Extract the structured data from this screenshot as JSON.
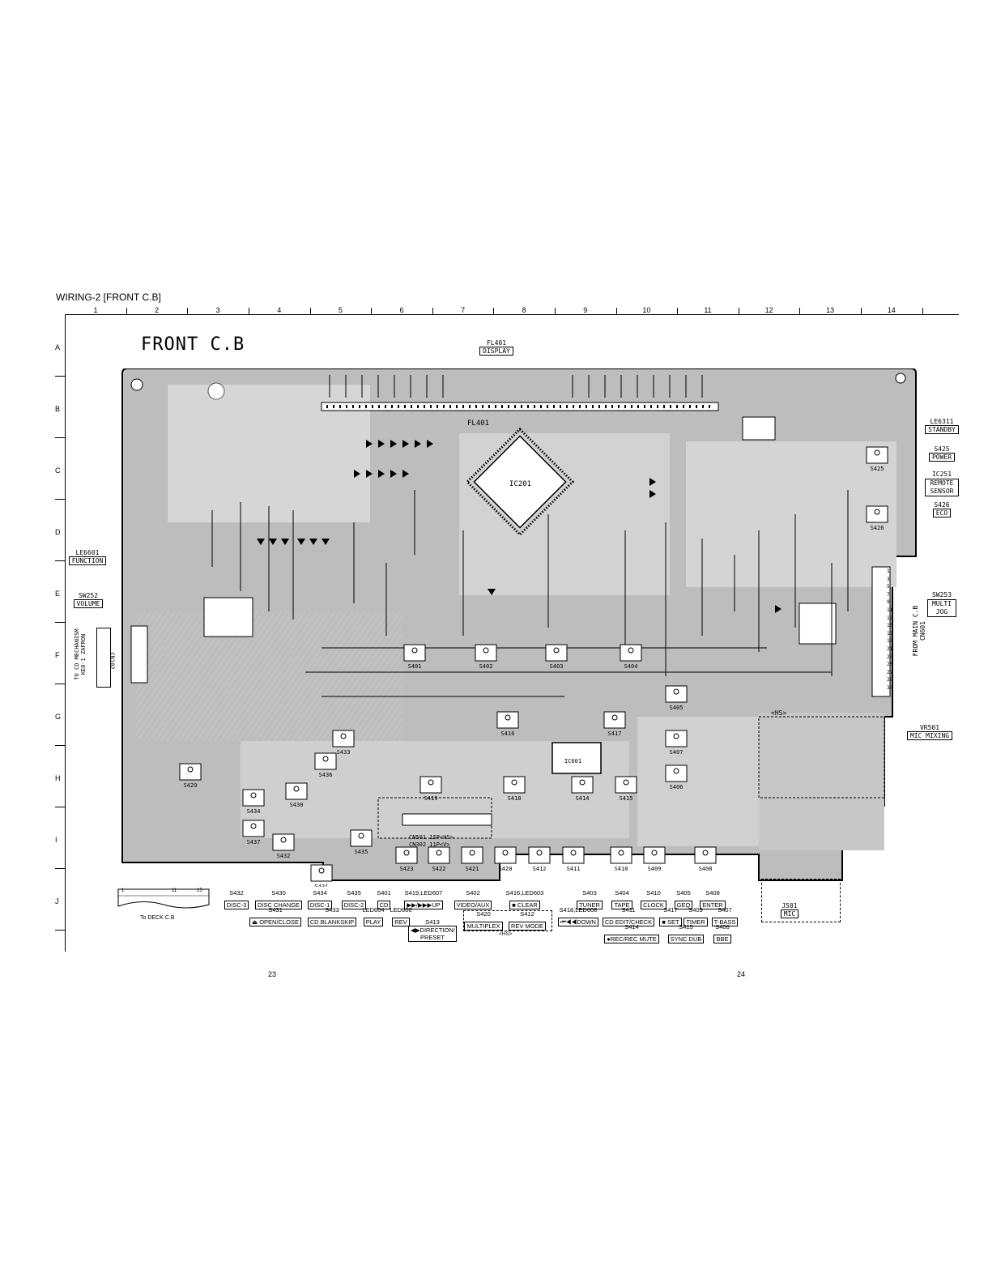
{
  "sheet_title": "WIRING-2 [FRONT C.B]",
  "column_numbers": [
    "1",
    "2",
    "3",
    "4",
    "5",
    "6",
    "7",
    "8",
    "9",
    "10",
    "11",
    "12",
    "13",
    "14"
  ],
  "row_letters": [
    "A",
    "B",
    "C",
    "D",
    "E",
    "F",
    "G",
    "H",
    "I",
    "J"
  ],
  "board_heading": "FRONT C.B",
  "display": {
    "ref": "FL401",
    "label": "DISPLAY"
  },
  "fl401_silk": "FL401",
  "ic201_silk": "IC201",
  "ic601_silk": "IC601",
  "left_callouts": [
    {
      "ref": "LE6601",
      "label": "FUNCTION"
    },
    {
      "ref": "SW252",
      "label": "VOLUME"
    }
  ],
  "cd_mechanism": "TO CD MECHANISM",
  "cd_mechanism_part": "KE0-1 ZAFRON",
  "cn102": "CN102",
  "right_callouts": [
    {
      "ref": "LE6311",
      "label": "STANDBY"
    },
    {
      "ref": "S425",
      "label": "POWER"
    },
    {
      "ref": "IC251",
      "label": "REMOTE SENSOR"
    },
    {
      "ref": "S426",
      "label": "ECO"
    },
    {
      "ref": "SW253",
      "label": "MULTI JOG"
    },
    {
      "ref": "VR501",
      "label": "MIC MIXING"
    }
  ],
  "from_main": "FROM MAIN C.B",
  "cn601": "CN601",
  "cn601_pins": [
    "1",
    "3",
    "5",
    "7",
    "9",
    "11",
    "13",
    "15",
    "17",
    "19",
    "21",
    "23",
    "25",
    "27",
    "29",
    "30"
  ],
  "hs_tag": "<HS>",
  "cn501_note": "CN501 15P<HS>",
  "cn302_note": "CN302 11P<V>",
  "j501": {
    "ref": "J501",
    "label": "MIC"
  },
  "deck_connector": {
    "label": "To DECK C.B",
    "pins": [
      "1",
      "11",
      "15"
    ]
  },
  "board_switches": [
    "S401",
    "S402",
    "S403",
    "S404",
    "S405",
    "S406",
    "S407",
    "S408",
    "S409",
    "S410",
    "S411",
    "S412",
    "S414",
    "S415",
    "S416",
    "S417",
    "S418",
    "S419",
    "S420",
    "S421",
    "S422",
    "S423",
    "S425",
    "S426",
    "S429",
    "S430",
    "S431",
    "S432",
    "S433",
    "S434",
    "S435",
    "S436",
    "S437"
  ],
  "bottom_labels": [
    {
      "ref": "S432",
      "label": "DISC-3"
    },
    {
      "ref": "S430",
      "label": "DISC CHANGE"
    },
    {
      "ref": "S434",
      "label": "DISC-1"
    },
    {
      "ref": "S435",
      "label": "DISC-2"
    },
    {
      "ref": "S401",
      "label": "CD"
    },
    {
      "ref": "S419,LED607",
      "label": "▶▶/▶▶▶UP"
    },
    {
      "ref": "S402",
      "label": "VIDEO/AUX"
    },
    {
      "ref": "S416,LED603",
      "label": "■ CLEAR"
    },
    {
      "ref": "S403",
      "label": "TUNER"
    },
    {
      "ref": "S404",
      "label": "TAPE"
    },
    {
      "ref": "S410",
      "label": "CLOCK"
    },
    {
      "ref": "S405",
      "label": "GEQ"
    },
    {
      "ref": "S408",
      "label": "ENTER"
    },
    {
      "ref": "S431",
      "label": "⏏ OPEN/CLOSE"
    },
    {
      "ref": "S433",
      "label": "CD BLANKSKIP"
    },
    {
      "ref": "LED604",
      "label": "PLAY"
    },
    {
      "ref": "LED606",
      "label": "REV"
    },
    {
      "ref": "S420",
      "label": "MULTIPLEX"
    },
    {
      "ref": "S412",
      "label": "REV MODE"
    },
    {
      "ref": "S418,LED608",
      "label": "⏮◀◀DOWN"
    },
    {
      "ref": "S411",
      "label": "CD EDIT/CHECK"
    },
    {
      "ref": "S417",
      "label": "■ SET"
    },
    {
      "ref": "S409",
      "label": "TIMER"
    },
    {
      "ref": "S407",
      "label": "T-BASS"
    },
    {
      "ref": "S413",
      "label": "◀▶DIRECTION/ PRESET"
    },
    {
      "ref": "S414",
      "label": "●REC/REC MUTE"
    },
    {
      "ref": "S415",
      "label": "SYNC DUB"
    },
    {
      "ref": "S406",
      "label": "BBE"
    }
  ],
  "bottom_hs_tag": "<HS>",
  "page_numbers": [
    "23",
    "24"
  ]
}
